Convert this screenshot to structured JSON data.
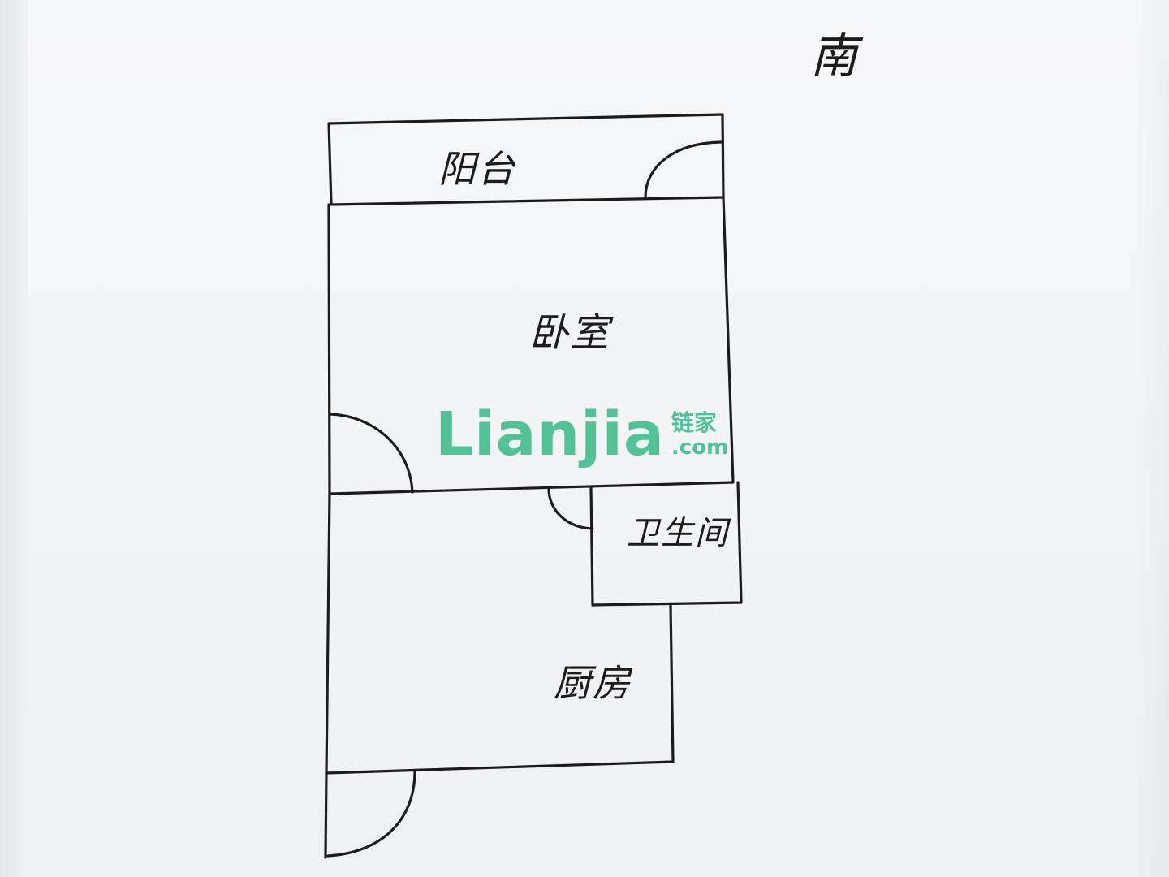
{
  "compass": {
    "label": "南"
  },
  "rooms": {
    "balcony": "阳台",
    "bedroom": "卧室",
    "bathroom": "卫生间",
    "kitchen": "厨房"
  },
  "watermark": {
    "brand": "Lianjia",
    "chinese": "链家",
    "domain": ".com",
    "color": "#52c296"
  },
  "colors": {
    "ink": "#1c1c1c",
    "paper": "#f3f4f6"
  }
}
